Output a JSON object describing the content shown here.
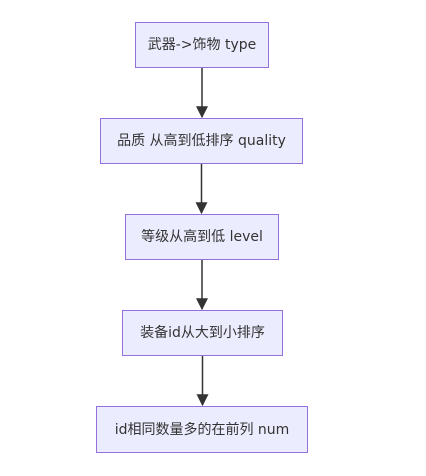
{
  "flowchart": {
    "direction": "top-down",
    "colors": {
      "node_fill": "#ececff",
      "node_border": "#9370db",
      "edge": "#333333",
      "text": "#333333"
    },
    "nodes": [
      {
        "id": "n1",
        "label": "武器->饰物 type"
      },
      {
        "id": "n2",
        "label": "品质 从高到低排序 quality"
      },
      {
        "id": "n3",
        "label": "等级从高到低 level"
      },
      {
        "id": "n4",
        "label": "装备id从大到小排序"
      },
      {
        "id": "n5",
        "label": "id相同数量多的在前列 num"
      }
    ],
    "edges": [
      {
        "from": "n1",
        "to": "n2"
      },
      {
        "from": "n2",
        "to": "n3"
      },
      {
        "from": "n3",
        "to": "n4"
      },
      {
        "from": "n4",
        "to": "n5"
      }
    ]
  }
}
